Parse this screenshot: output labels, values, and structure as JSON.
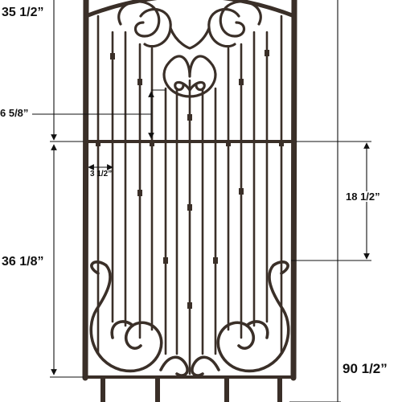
{
  "dimensions": {
    "top_section_height": "35 1/2”",
    "arch_offset": "6 5/8”",
    "bar_spacing": "3 1/2”",
    "scroll_height": "18 1/2”",
    "bottom_section_height": "36 1/8”",
    "overall_height": "90 1/2”"
  },
  "colors": {
    "iron": "#3a2f28",
    "iron_highlight": "#6b5a4c",
    "dimension_line": "#111111",
    "background": "#ffffff"
  }
}
